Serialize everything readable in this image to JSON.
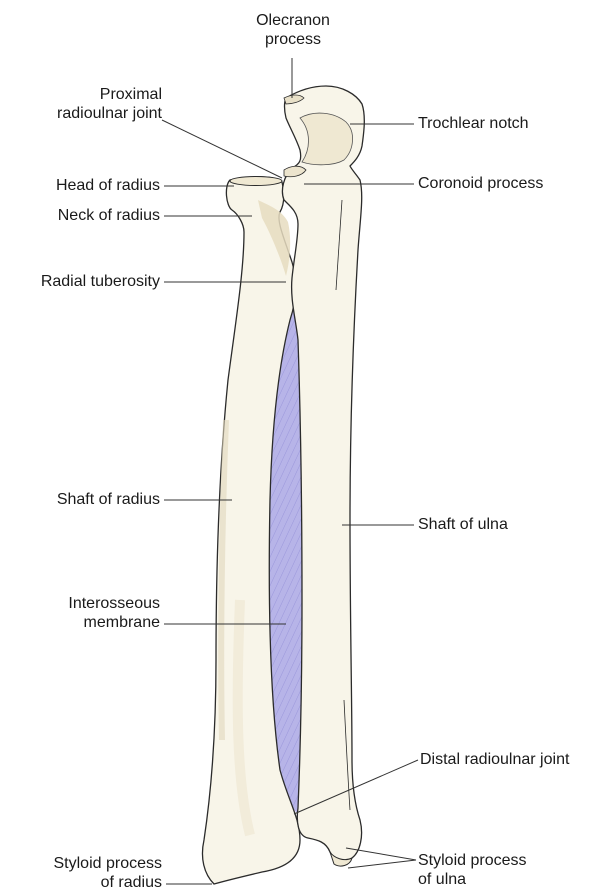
{
  "labels": {
    "olecranon_l1": "Olecranon",
    "olecranon_l2": "process",
    "proximal_l1": "Proximal",
    "proximal_l2": "radioulnar joint",
    "trochlear": "Trochlear notch",
    "head_radius": "Head of radius",
    "coronoid": "Coronoid process",
    "neck_radius": "Neck of radius",
    "radial_tuberosity": "Radial tuberosity",
    "shaft_radius": "Shaft of radius",
    "shaft_ulna": "Shaft of ulna",
    "interosseous_l1": "Interosseous",
    "interosseous_l2": "membrane",
    "distal_joint": "Distal radioulnar joint",
    "styloid_radius_l1": "Styloid process",
    "styloid_radius_l2": "of radius",
    "styloid_ulna_l1": "Styloid process",
    "styloid_ulna_l2": "of ulna"
  },
  "colors": {
    "bone_fill": "#f8f5e9",
    "bone_outline": "#2b2b2b",
    "bone_shade": "#e6dcc0",
    "membrane": "#b7b4e8",
    "leader": "#333333"
  }
}
